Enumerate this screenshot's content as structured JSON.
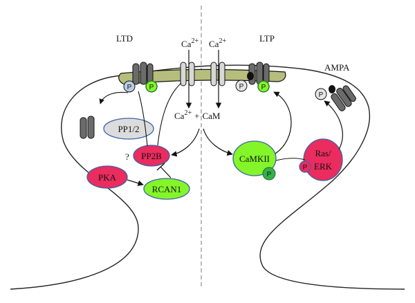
{
  "labels": {
    "ltd": "LTD",
    "ltp": "LTP",
    "ampa": "AMPA",
    "ca_top_left": "Ca",
    "ca_top_right": "Ca",
    "ca_charge": "2+",
    "ca_mid": "Ca",
    "plus": "+",
    "cam": "CaM",
    "question": "?",
    "phospho": "P"
  },
  "nodes": {
    "pp12": "PP1/2",
    "pp2b": "PP2B",
    "pka": "PKA",
    "rcan1": "RCAN1",
    "camkii": "CaMKII",
    "ras_line1": "Ras/",
    "ras_line2": "ERK"
  },
  "colors": {
    "pink": "#ea2c5f",
    "green": "#84f529",
    "grey": "#dcdcdc",
    "psd": "#b5be7d",
    "receptor_dark": "#6b6b6b",
    "receptor_light": "#d8d8d8",
    "phospho_blue": "#b9cde3"
  }
}
